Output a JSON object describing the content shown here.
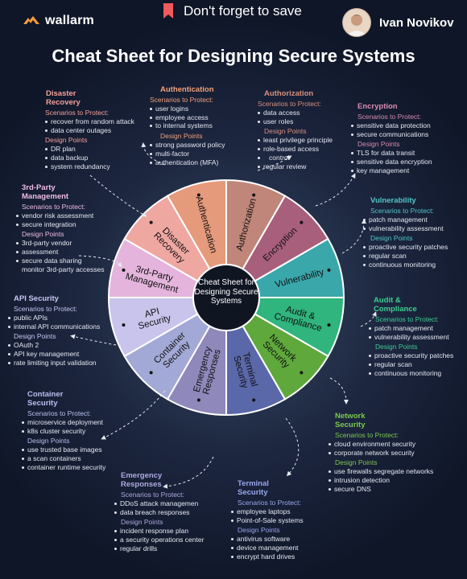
{
  "header": {
    "brand": "wallarm",
    "save_label": "Don't forget to save",
    "author": "Ivan Novikov",
    "title": "Cheat Sheet for Designing Secure Systems"
  },
  "wheel": {
    "center_text": "Cheat Sheet for Designing Secure Systems",
    "segments": [
      {
        "label": "Authorization",
        "color": "#c0867a"
      },
      {
        "label": "Encryption",
        "color": "#a85f7c"
      },
      {
        "label": "Vulnerability",
        "color": "#3aa7ab"
      },
      {
        "label": "Audit & Compliance",
        "color": "#2fb57d"
      },
      {
        "label": "Network Security",
        "color": "#5fa83c"
      },
      {
        "label": "Terminal Security",
        "color": "#5a68aa"
      },
      {
        "label": "Emergency Responses",
        "color": "#8e88bb"
      },
      {
        "label": "Container Security",
        "color": "#a3a9d6"
      },
      {
        "label": "API Security",
        "color": "#c8c4ec"
      },
      {
        "label": "3rd-Party Management",
        "color": "#e4b4dc"
      },
      {
        "label": "Disaster Recovery",
        "color": "#efa7a2"
      },
      {
        "label": "Authentication",
        "color": "#e69a7c"
      }
    ]
  },
  "labels": {
    "scenarios": "Scenarios to Protect:",
    "design": "Design Points"
  },
  "sections": {
    "disaster": {
      "title_1": "Disaster",
      "title_2": "Recovery",
      "color": "#f3a09a",
      "scenarios": [
        "recover from random attack",
        "data center outages"
      ],
      "points": [
        "DR plan",
        "data backup",
        "system redundancy"
      ]
    },
    "authentication": {
      "title": "Authentication",
      "color": "#f2a17a",
      "scenarios": [
        "user logins",
        "employee access",
        "to internal systems"
      ],
      "points": [
        "strong password policy",
        "multi-factor",
        "authentication (MFA)"
      ]
    },
    "authorization": {
      "title": "Authorization",
      "color": "#d9917f",
      "scenarios": [
        "data access",
        "user roles"
      ],
      "points": [
        "least privilege principle",
        "role-based access",
        "control",
        "regular review"
      ]
    },
    "encryption": {
      "title": "Encryption",
      "color": "#d98cb0",
      "scenarios": [
        "sensitive data protection",
        "secure communications"
      ],
      "points": [
        "TLS for data transit",
        "sensitive data encryption",
        "key management"
      ]
    },
    "vulnerability": {
      "title": "Vulnerability",
      "color": "#52c6c9",
      "scenarios": [
        "patch management",
        "vulnerability assessment"
      ],
      "points": [
        "proactive security patches",
        "regular scan",
        "continuous monitoring"
      ]
    },
    "audit": {
      "title_1": "Audit &",
      "title_2": "Compliance",
      "color": "#3bd08e",
      "scenarios": [
        "patch management",
        "vulnerability assessment"
      ],
      "points": [
        "proactive security patches",
        "regular scan",
        "continuous monitoring"
      ]
    },
    "network": {
      "title_1": "Network",
      "title_2": "Security",
      "color": "#7cc94d",
      "scenarios": [
        "cloud environment security",
        "corporate network security"
      ],
      "points": [
        "use firewalls segregate networks",
        "intrusion detection",
        "secure DNS"
      ]
    },
    "terminal": {
      "title_1": "Terminal",
      "title_2": "Security",
      "color": "#9aa6ee",
      "scenarios": [
        "employee laptops",
        "Point-of-Sale systems"
      ],
      "points": [
        "antivirus software",
        "device management",
        "encrypt hard drives"
      ]
    },
    "emergency": {
      "title_1": "Emergency",
      "title_2": "Responses",
      "color": "#b1a9e0",
      "scenarios": [
        "DDoS attack managemen",
        "data breach responses"
      ],
      "points": [
        "incident response plan",
        "a security operations center",
        "regular drills"
      ]
    },
    "container": {
      "title_1": "Container",
      "title_2": "Security",
      "color": "#b9bff0",
      "scenarios": [
        "microservice deployment",
        "k8s cluster security"
      ],
      "points": [
        "use trusted base images",
        "a scan containers",
        "container runtime security"
      ]
    },
    "api": {
      "title": "API Security",
      "color": "#c9c6f5",
      "scenarios": [
        "public APIs",
        "internal API communications"
      ],
      "points": [
        "OAuth 2",
        "API key management",
        "rate limiting input validation"
      ]
    },
    "thirdparty": {
      "title_1": "3rd-Party",
      "title_2": "Management",
      "color": "#f0bde6",
      "scenarios": [
        "vendor risk assessment",
        "secure integration"
      ],
      "points": [
        "3rd-party vendor",
        "assessment",
        "secure data sharing"
      ],
      "points_tail": "monitor 3rd-party accesses"
    }
  }
}
